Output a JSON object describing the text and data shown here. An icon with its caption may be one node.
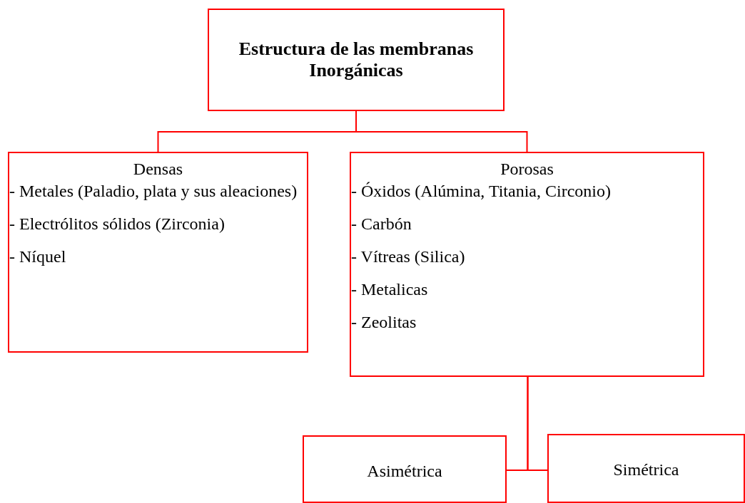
{
  "diagram": {
    "nodes": [
      {
        "text": [
          "Estructura de las membranas Inorgánicas"
        ]
      },
      {
        "text": [
          "Densas",
          "- Metales (Paladio, plata y sus aleaciones)",
          "- Electrólitos sólidos (Zirconia)",
          "- Níquel"
        ]
      },
      {
        "text": [
          "Porosas",
          "- Óxidos (Alúmina, Titania, Circonio)",
          "- Carbón",
          "- Vítreas (Silica)",
          "- Metalicas",
          "- Zeolitas"
        ]
      },
      {
        "text": [
          "Asimétrica"
        ]
      },
      {
        "text": [
          "Simétrica"
        ]
      }
    ],
    "edges": [
      {
        "from": 0,
        "to": 1,
        "arrow": "none"
      },
      {
        "from": 0,
        "to": 2,
        "arrow": "none"
      },
      {
        "from": 2,
        "to": 3,
        "arrow": "none"
      },
      {
        "from": 2,
        "to": 4,
        "arrow": "none"
      }
    ]
  }
}
